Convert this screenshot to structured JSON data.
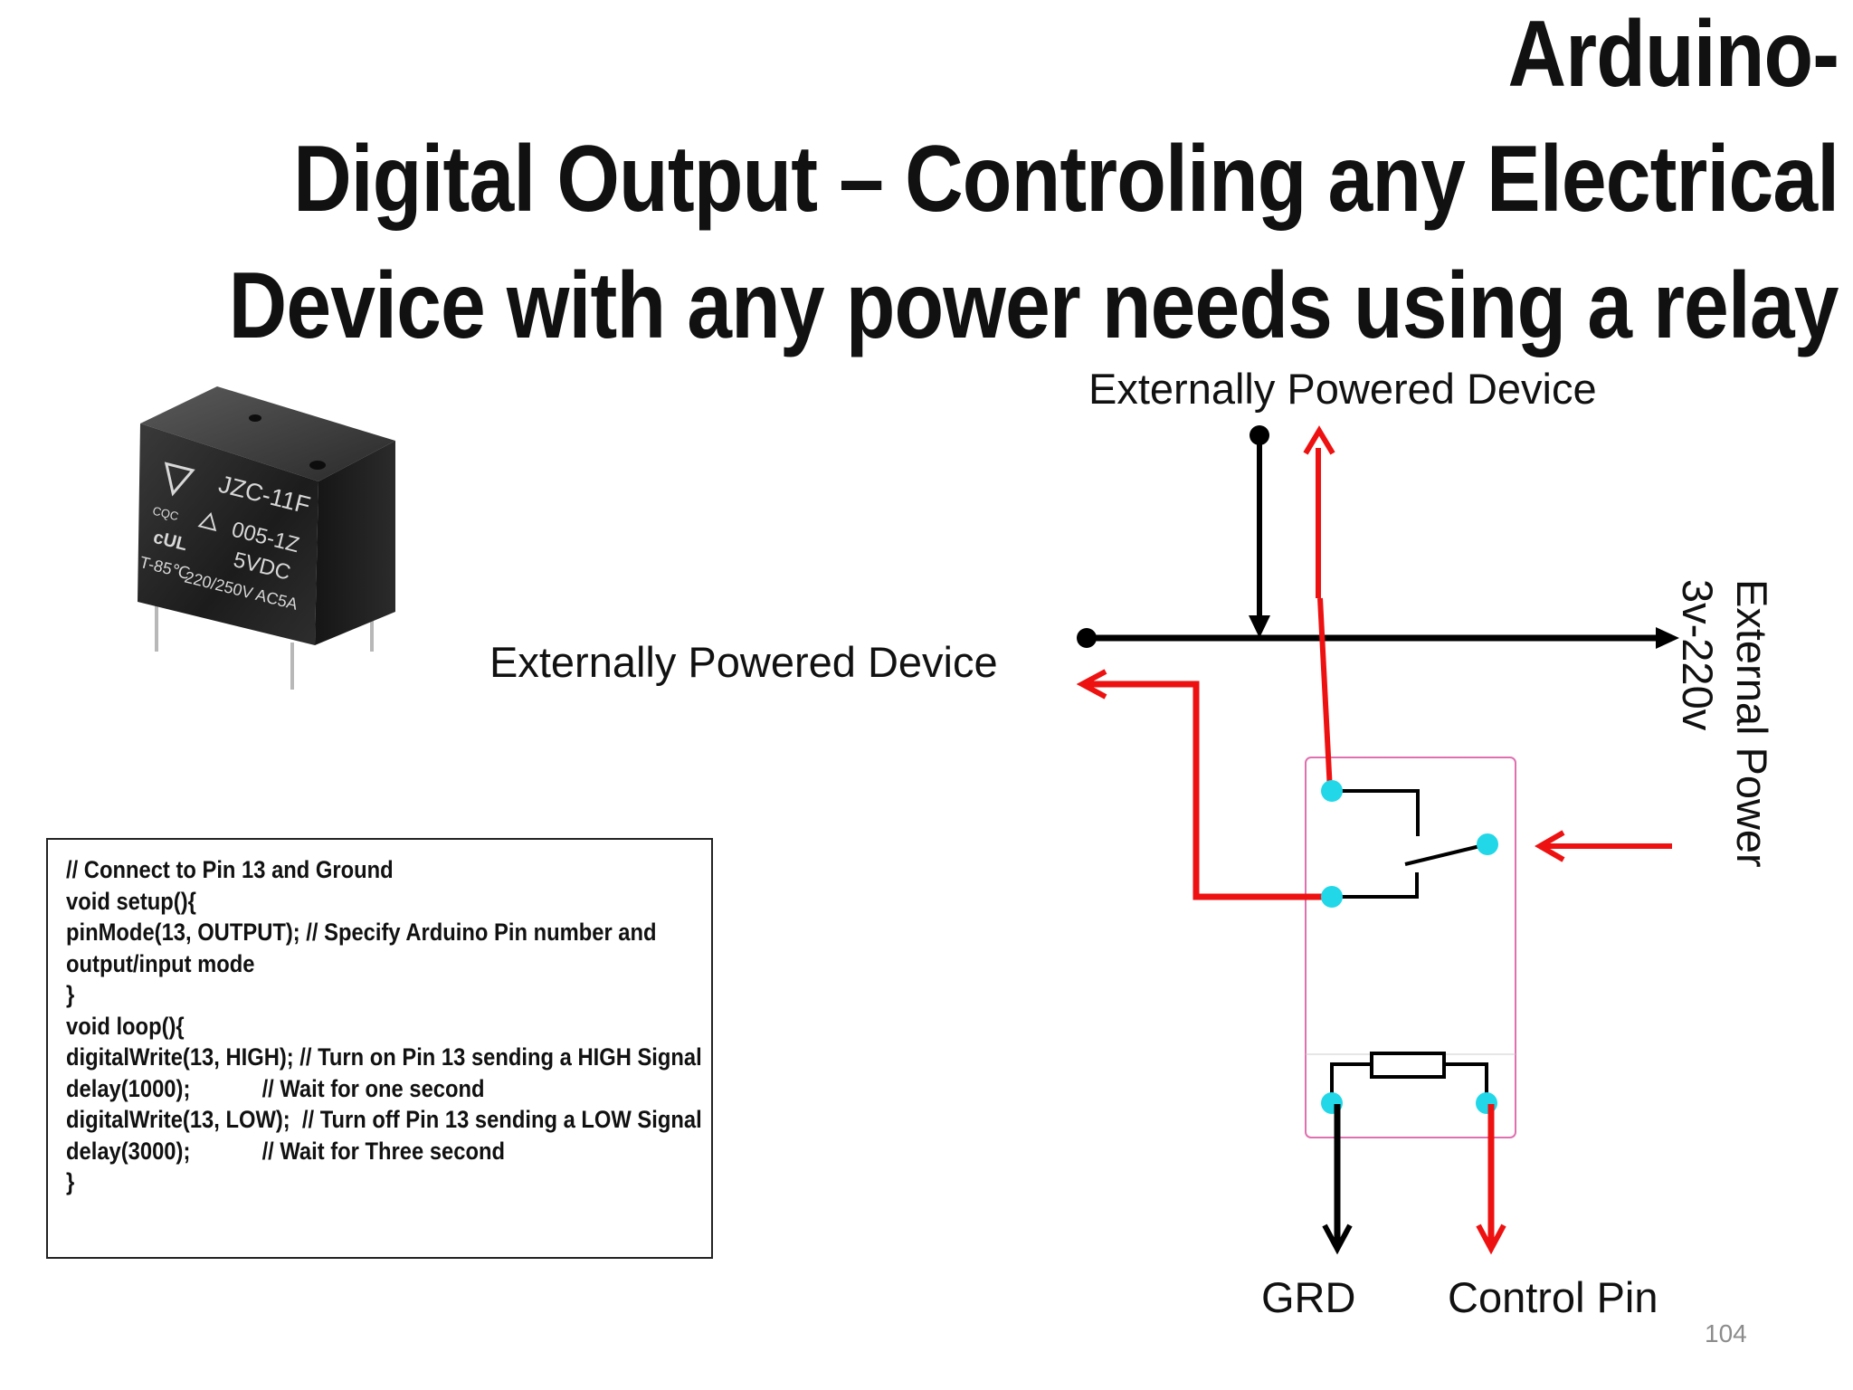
{
  "title": {
    "line1": "Arduino-",
    "line2": "Digital Output – Controling any Electrical",
    "line3": "Device with any power needs using a relay"
  },
  "relay_photo": {
    "brand": "JZC-11F",
    "model": "005-1Z",
    "voltage": "5VDC",
    "temp": "T-85℃",
    "rating": "220/250V AC5A",
    "cert": "CQC"
  },
  "diagram": {
    "label_top_device": "Externally Powered Device",
    "label_left_device": "Externally Powered Device",
    "label_power_1": "External Power",
    "label_power_2": "3v-220v",
    "label_grd": "GRD",
    "label_control": "Control Pin"
  },
  "code": {
    "lines": [
      "// Connect to Pin 13 and Ground",
      "void setup(){",
      "pinMode(13, OUTPUT); // Specify Arduino Pin number and",
      "output/input mode",
      "}",
      "void loop(){",
      "digitalWrite(13, HIGH); // Turn on Pin 13 sending a HIGH Signal",
      "delay(1000);            // Wait for one second",
      "digitalWrite(13, LOW);  // Turn off Pin 13 sending a LOW Signal",
      "delay(3000);            // Wait for Three second",
      "}"
    ]
  },
  "page_number": "104",
  "colors": {
    "wire_black": "#000000",
    "wire_red": "#ee1111",
    "terminal": "#22d8e8",
    "relay_box": "#e070b0"
  }
}
